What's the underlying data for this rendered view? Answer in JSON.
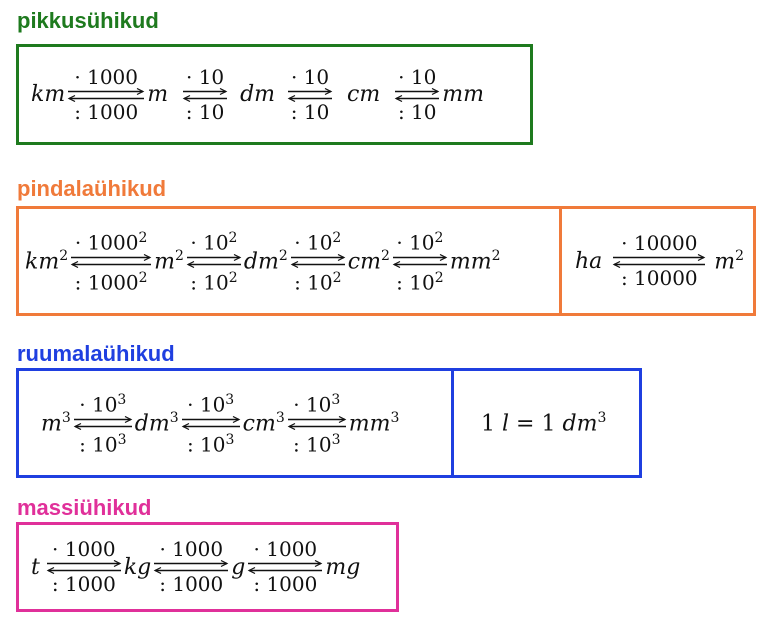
{
  "sections": {
    "length": {
      "title": "pikkusühikud",
      "color": "#1e7a1e",
      "units": [
        "km",
        "m",
        "dm",
        "cm",
        "mm"
      ],
      "mult": [
        "· 1000",
        "· 10",
        "· 10",
        "· 10"
      ],
      "div": [
        ": 1000",
        ": 10",
        ": 10",
        ": 10"
      ]
    },
    "area": {
      "title": "pindalaühikud",
      "color": "#f07a3a",
      "units": [
        "km",
        "m",
        "dm",
        "cm",
        "mm"
      ],
      "unit_power": "2",
      "mult_base": [
        "· 1000",
        "· 10",
        "· 10",
        "· 10"
      ],
      "div_base": [
        ": 1000",
        ": 10",
        ": 10",
        ": 10"
      ],
      "power": "2",
      "extra": {
        "from": "ha",
        "to": "m",
        "to_power": "2",
        "mult": "· 10000",
        "div": ": 10000"
      }
    },
    "volume": {
      "title": "ruumalaühikud",
      "color": "#1f3fe0",
      "units": [
        "m",
        "dm",
        "cm",
        "mm"
      ],
      "unit_power": "3",
      "mult_base": [
        "· 10",
        "· 10",
        "· 10"
      ],
      "div_base": [
        ": 10",
        ": 10",
        ": 10"
      ],
      "power": "3",
      "equivalence": {
        "left_num": "1",
        "left_unit": "l",
        "equals": "=",
        "right_num": "1",
        "right_unit": "dm",
        "right_power": "3"
      }
    },
    "mass": {
      "title": "massiühikud",
      "color": "#e0309a",
      "units": [
        "t",
        "kg",
        "g",
        "mg"
      ],
      "mult": [
        "· 1000",
        "· 1000",
        "· 1000"
      ],
      "div": [
        ": 1000",
        ": 1000",
        ": 1000"
      ]
    }
  }
}
